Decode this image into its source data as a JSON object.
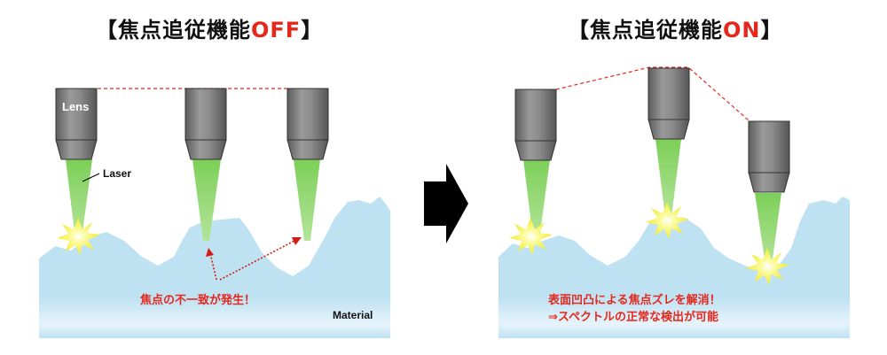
{
  "titles": {
    "left": {
      "bracket_open": "【",
      "main": "焦点追従機能",
      "highlight": "OFF",
      "bracket_close": "】"
    },
    "right": {
      "bracket_open": "【",
      "main": "焦点追従機能",
      "highlight": "ON",
      "bracket_close": "】"
    }
  },
  "labels": {
    "lens": "Lens",
    "laser": "Laser",
    "material": "Material"
  },
  "captions": {
    "off": "焦点の不一致が発生！",
    "on_line1": "表面凹凸による焦点ズレを解消！",
    "on_line2": "⇒スペクトルの正常な検出が可能"
  },
  "colors": {
    "highlight": "#e5271c",
    "material": "#bde1f1",
    "laser": "#8fd46a",
    "lens_body": "#7a7a7a",
    "spark": "#f5f04a",
    "arrow": "#000000"
  },
  "icons": {
    "right_arrow": "right-arrow-icon",
    "spark": "spark-icon"
  }
}
